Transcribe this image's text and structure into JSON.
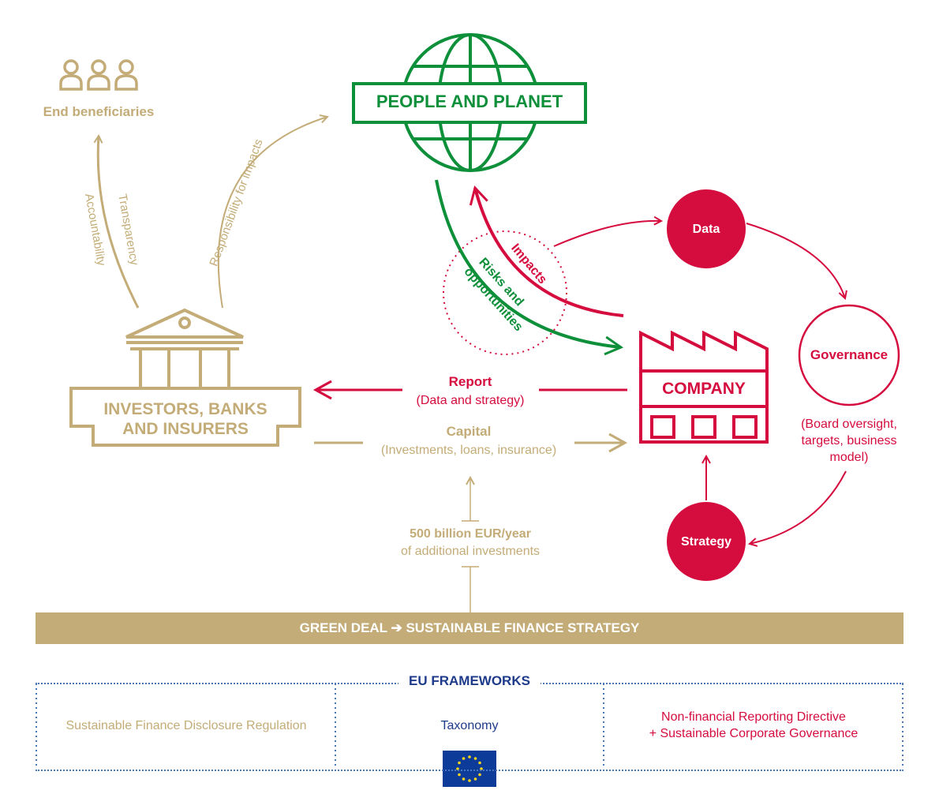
{
  "nodes": {
    "people_planet": "PEOPLE AND PLANET",
    "end_beneficiaries": "End beneficiaries",
    "investors": [
      "INVESTORS, BANKS",
      "AND INSURERS"
    ],
    "company": "COMPANY",
    "data": "Data",
    "governance": "Governance",
    "strategy": "Strategy",
    "governance_detail": [
      "(Board oversight,",
      "targets, business",
      "model)"
    ]
  },
  "flows": {
    "transparency": "Transparency",
    "accountability": "Accountability",
    "responsibility": "Responsibility for impacts",
    "impacts": "Impacts",
    "risks": "Risks and",
    "opportunities": "opportunities",
    "report": "Report",
    "report_sub": "(Data and strategy)",
    "capital": "Capital",
    "capital_sub": "(Investments, loans, insurance)",
    "investment_amount": "500 billion EUR/year",
    "investment_sub": "of additional investments"
  },
  "banner": "GREEN DEAL ➔ SUSTAINABLE FINANCE STRATEGY",
  "frameworks": {
    "title": "EU FRAMEWORKS",
    "items": [
      {
        "label": "Sustainable Finance Disclosure Regulation"
      },
      {
        "label": "Taxonomy"
      },
      {
        "label": "Non-financial Reporting Directive\n+ Sustainable Corporate Governance"
      }
    ]
  },
  "colors": {
    "gold": "#c3ac77",
    "red": "#d50c3e",
    "green": "#0e8f3a",
    "navy": "#1e3a8a",
    "eu_blue": "#0d3b9a",
    "eu_star": "#ffd617"
  },
  "icons": [
    "people-icon",
    "globe-icon",
    "bank-icon",
    "factory-icon",
    "eu-flag-icon"
  ]
}
